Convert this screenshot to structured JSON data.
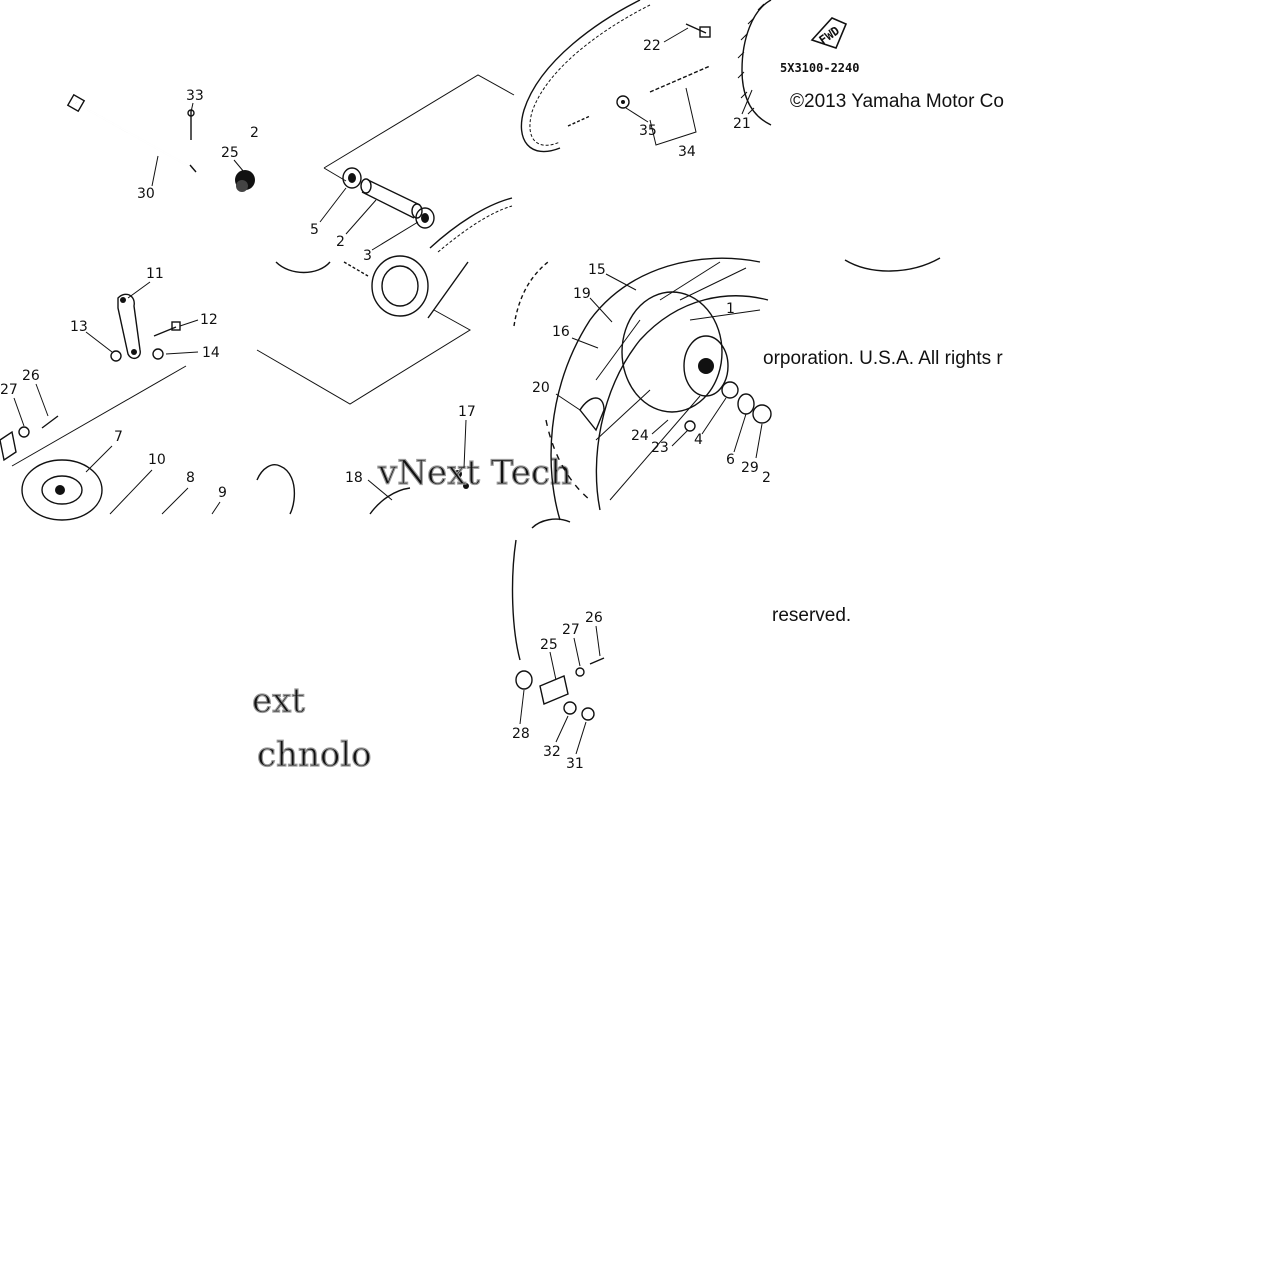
{
  "copyright": {
    "line1": "©2013 Yamaha Motor Co",
    "line2": "orporation. U.S.A. All rights r",
    "line3": "reserved."
  },
  "diagram_code": "5X3100-2240",
  "fwd_badge": "FWD",
  "watermark": {
    "w1": "vNext Tech",
    "w2": "ext",
    "w3": "chnolo"
  },
  "part_numbers": {
    "p1": "1",
    "p2": "2",
    "p3": "3",
    "p4": "4",
    "p5": "5",
    "p6": "6",
    "p7": "7",
    "p8": "8",
    "p9": "9",
    "p10": "10",
    "p11": "11",
    "p12": "12",
    "p13": "13",
    "p14": "14",
    "p15": "15",
    "p16": "16",
    "p17": "17",
    "p18": "18",
    "p19": "19",
    "p20": "20",
    "p21": "21",
    "p22": "22",
    "p23": "23",
    "p24": "24",
    "p25a": "25",
    "p25b": "25",
    "p26a": "26",
    "p26b": "26",
    "p27a": "27",
    "p27b": "27",
    "p28": "28",
    "p29": "29",
    "p30": "30",
    "p31": "31",
    "p32": "32",
    "p33": "33",
    "p34": "34",
    "p35": "35",
    "p2b": "2"
  }
}
